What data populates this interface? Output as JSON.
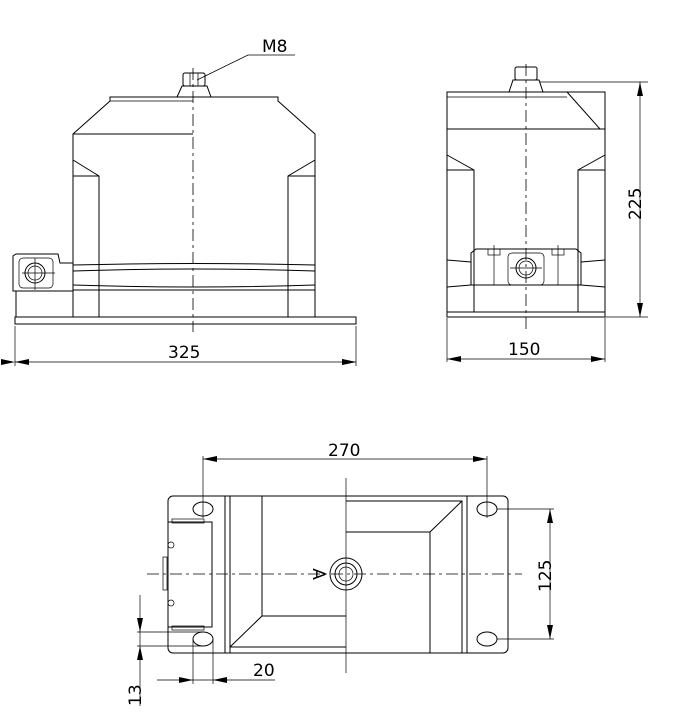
{
  "labels": {
    "thread": "M8",
    "front_width": "325",
    "side_width": "150",
    "height": "225",
    "hole_spacing_length": "270",
    "hole_spacing_width": "125",
    "hole_offset_x": "20",
    "hole_offset_y": "13",
    "view_marker": "A"
  },
  "colors": {
    "line": "#000000",
    "background": "#ffffff"
  }
}
